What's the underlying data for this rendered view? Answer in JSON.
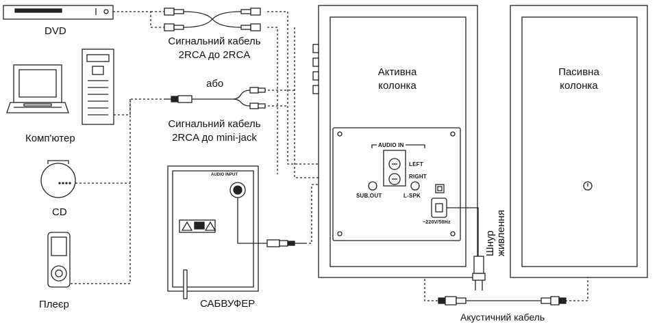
{
  "devices": {
    "dvd": "DVD",
    "computer": "Комп'ютер",
    "cd": "CD",
    "player": "Плеєр",
    "subwoofer": "САБВУФЕР"
  },
  "cables": {
    "signal_rca_line1": "Сигнальний кабель",
    "signal_rca_line2": "2RCA до 2RCA",
    "or": "або",
    "signal_jack_line1": "Сигнальний  кабель",
    "signal_jack_line2": "2RCA до mini-jack",
    "acoustic": "Акустичний кабель",
    "power_line1": "Шнур",
    "power_line2": "живлення"
  },
  "speakers": {
    "active_line1": "Активна",
    "active_line2": "колонка",
    "passive_line1": "Пасивна",
    "passive_line2": "колонка"
  },
  "panel": {
    "audio_in": "AUDIO IN",
    "left": "LEFT",
    "right": "RIGHT",
    "sub_out": "SUB.OUT",
    "l_spk": "L-SPK",
    "power_spec": "~220V/50Hz"
  },
  "subwoofer_panel": {
    "audio_input": "AUDIO INPUT"
  }
}
